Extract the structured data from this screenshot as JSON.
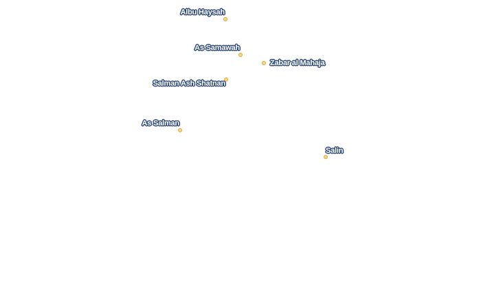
{
  "places": [
    {
      "id": "albu-haysah",
      "name": "Albu Haysah"
    },
    {
      "id": "as-samawah",
      "name": "As Samawah"
    },
    {
      "id": "zabar-al-mahaja",
      "name": "Zabar al Mahaja"
    },
    {
      "id": "salman-ash-shatnan",
      "name": "Salman Ash Shatnan"
    },
    {
      "id": "as-salman",
      "name": "As Salman"
    },
    {
      "id": "salin",
      "name": "Salin"
    }
  ],
  "colors": {
    "label_fill": "#ffffff",
    "label_halo": "#2f4a7a",
    "marker_fill": "#fbd58a",
    "marker_stroke": "#e1a630",
    "background": "#ffffff"
  }
}
